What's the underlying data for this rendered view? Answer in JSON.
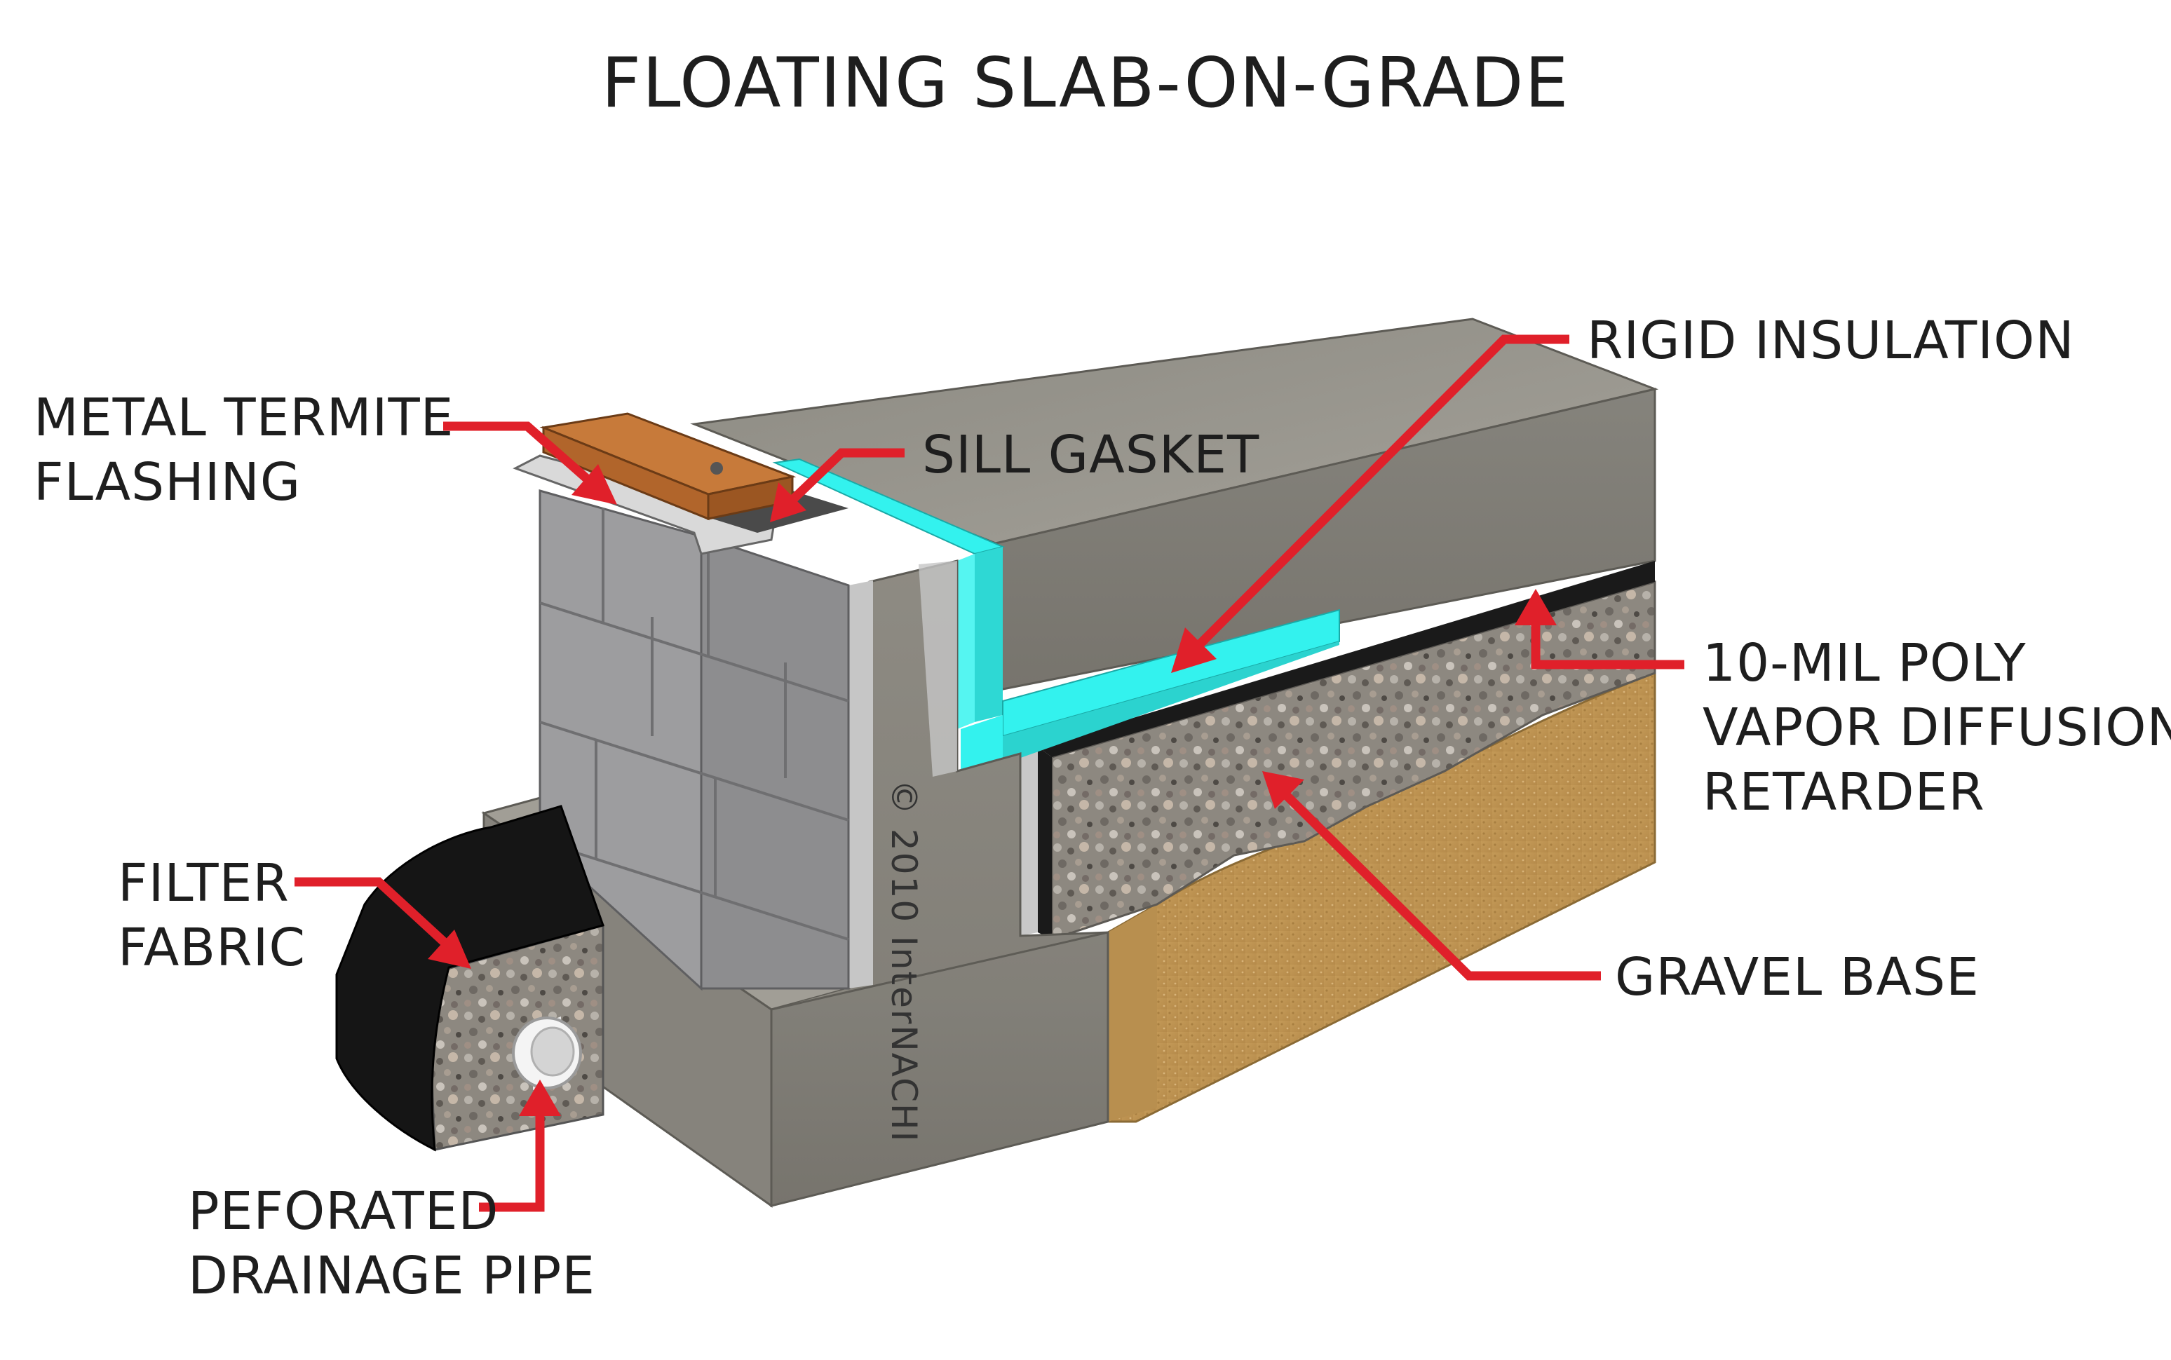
{
  "title": "FLOATING SLAB-ON-GRADE",
  "labels": {
    "metal_termite_flashing": [
      "METAL TERMITE",
      "FLASHING"
    ],
    "sill_gasket": "SILL GASKET",
    "rigid_insulation": "RIGID INSULATION",
    "poly_retarder": [
      "10-MIL POLY",
      "VAPOR DIFFUSION",
      "RETARDER"
    ],
    "gravel_base": "GRAVEL BASE",
    "filter_fabric": [
      "FILTER",
      "FABRIC"
    ],
    "drainage_pipe": [
      "PEFORATED",
      "DRAINAGE PIPE"
    ]
  },
  "copyright": "© 2010  InterNACHI",
  "colors": {
    "arrow": "#e0202a",
    "concrete": "#8f8d86",
    "insulation": "#33f2ee",
    "gravel": "#8c877f",
    "soil": "#c9a160",
    "block": "#98989a",
    "sill_wood": "#b5652a",
    "poly": "#1a1a1a",
    "fabric": "#151515"
  }
}
